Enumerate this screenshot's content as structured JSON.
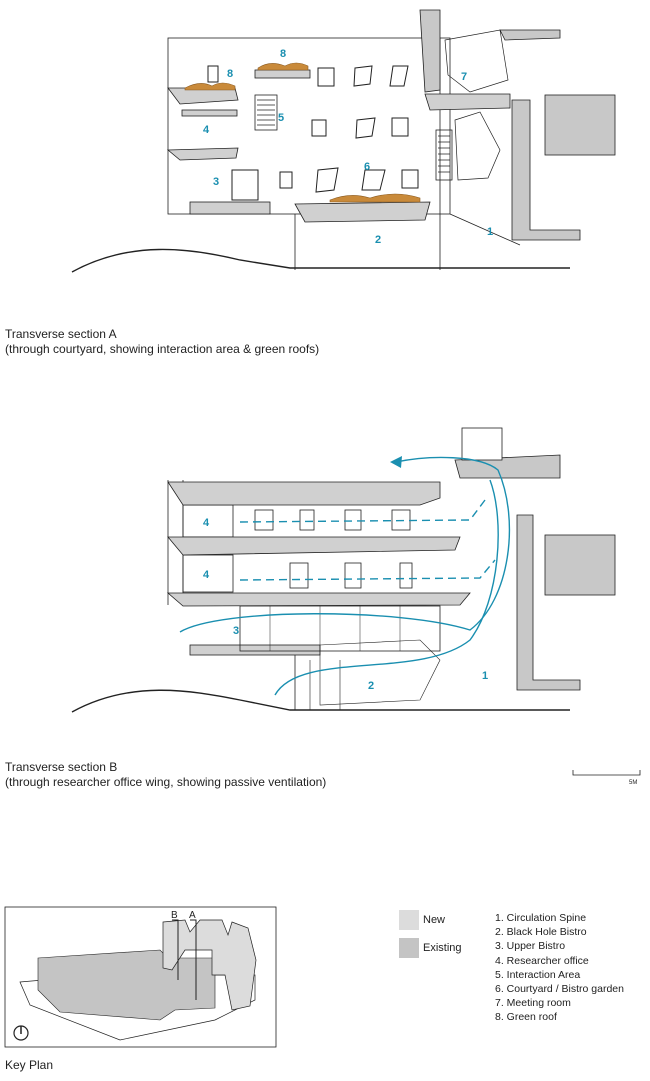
{
  "section_a": {
    "caption_title": "Transverse section A",
    "caption_sub": "(through courtyard, showing interaction area & green roofs)",
    "scale_label": "5M",
    "labels": [
      "8",
      "8",
      "7",
      "4",
      "5",
      "6",
      "3",
      "2",
      "1"
    ]
  },
  "section_b": {
    "caption_title": "Transverse section B",
    "caption_sub": "(through researcher office wing, showing passive ventilation)",
    "scale_label": "5M",
    "labels": [
      "4",
      "4",
      "3",
      "2",
      "1"
    ]
  },
  "key_plan": {
    "title": "Key Plan",
    "cut_a": "A",
    "cut_b": "B"
  },
  "legend": {
    "new_label": "New",
    "existing_label": "Existing",
    "new_color": "#dcdcdc",
    "existing_color": "#c4c4c4"
  },
  "colors": {
    "accent": "#1a8fb0",
    "line": "#222222",
    "fill_dark": "#c8c8c8",
    "fill_light": "#e4e4e4",
    "green_roof": "#c98a3a"
  },
  "rooms": [
    "1. Circulation Spine",
    "2. Black Hole Bistro",
    "3. Upper Bistro",
    "4. Researcher office",
    "5. Interaction Area",
    "6. Courtyard / Bistro garden",
    "7. Meeting room",
    "8. Green roof"
  ]
}
